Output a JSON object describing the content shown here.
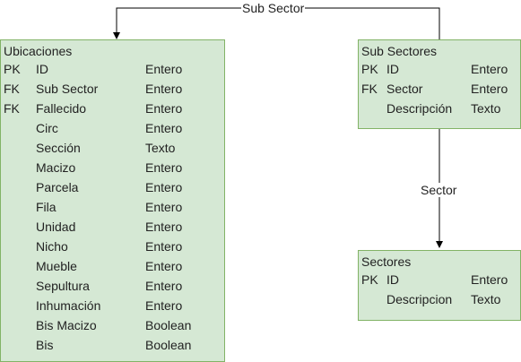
{
  "entities": {
    "ubicaciones": {
      "title": "Ubicaciones",
      "fields": [
        {
          "key": "PK",
          "name": "ID",
          "type": "Entero"
        },
        {
          "key": "FK",
          "name": "Sub Sector",
          "type": "Entero"
        },
        {
          "key": "FK",
          "name": "Fallecido",
          "type": "Entero"
        },
        {
          "key": "",
          "name": "Circ",
          "type": "Entero"
        },
        {
          "key": "",
          "name": "Sección",
          "type": "Texto"
        },
        {
          "key": "",
          "name": "Macizo",
          "type": "Entero"
        },
        {
          "key": "",
          "name": "Parcela",
          "type": "Entero"
        },
        {
          "key": "",
          "name": "Fila",
          "type": "Entero"
        },
        {
          "key": "",
          "name": "Unidad",
          "type": "Entero"
        },
        {
          "key": "",
          "name": "Nicho",
          "type": "Entero"
        },
        {
          "key": "",
          "name": "Mueble",
          "type": "Entero"
        },
        {
          "key": "",
          "name": "Sepultura",
          "type": "Entero"
        },
        {
          "key": "",
          "name": "Inhumación",
          "type": "Entero"
        },
        {
          "key": "",
          "name": "Bis Macizo",
          "type": "Boolean"
        },
        {
          "key": "",
          "name": "Bis",
          "type": "Boolean"
        }
      ]
    },
    "sub_sectores": {
      "title": "Sub Sectores",
      "fields": [
        {
          "key": "PK",
          "name": "ID",
          "type": "Entero"
        },
        {
          "key": "FK",
          "name": "Sector",
          "type": "Entero"
        },
        {
          "key": "",
          "name": "Descripción",
          "type": "Texto"
        }
      ]
    },
    "sectores": {
      "title": "Sectores",
      "fields": [
        {
          "key": "PK",
          "name": "ID",
          "type": "Entero"
        },
        {
          "key": "",
          "name": "Descripcion",
          "type": "Texto"
        }
      ]
    }
  },
  "edges": {
    "sub_sector_link": {
      "label": "Sub Sector"
    },
    "sector_link": {
      "label": "Sector"
    }
  },
  "colors": {
    "entity_fill": "#d5e8d4",
    "entity_border": "#82b366",
    "edge": "#000000"
  }
}
